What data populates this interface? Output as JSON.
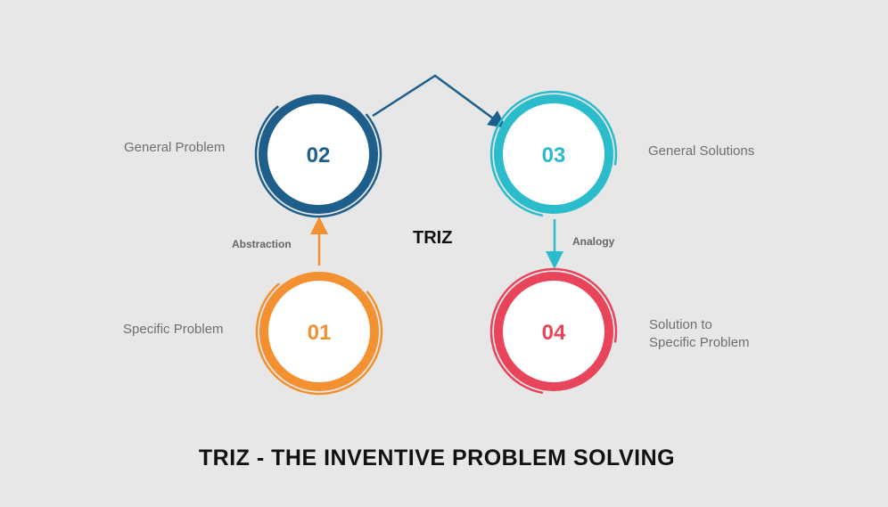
{
  "center_label": "TRIZ",
  "title": "TRIZ - THE INVENTIVE PROBLEM SOLVING",
  "steps": [
    {
      "number": "01",
      "label": "Specific Problem",
      "color": "#f39130"
    },
    {
      "number": "02",
      "label": "General Problem",
      "color": "#1d5f8a"
    },
    {
      "number": "03",
      "label": "General Solutions",
      "color": "#2bbccc"
    },
    {
      "number": "04",
      "label_line1": "Solution to",
      "label_line2": "Specific Problem",
      "color": "#e8445a"
    }
  ],
  "connectors": {
    "abstraction": "Abstraction",
    "analogy": "Analogy"
  }
}
